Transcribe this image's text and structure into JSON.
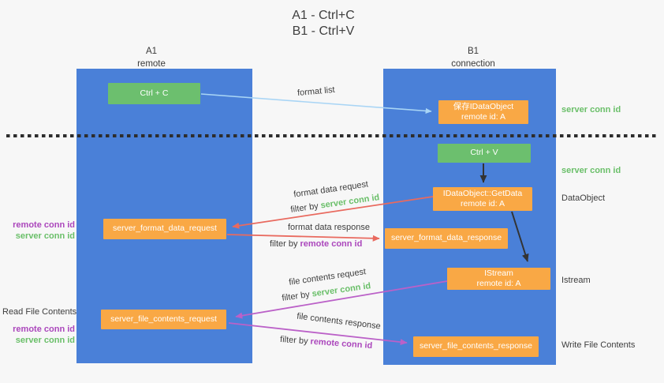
{
  "title": {
    "line1": "A1 - Ctrl+C",
    "line2": "B1 - Ctrl+V"
  },
  "columns": {
    "left": {
      "header_line1": "A1",
      "header_line2": "remote"
    },
    "right": {
      "header_line1": "B1",
      "header_line2": "connection"
    }
  },
  "nodes": {
    "ctrl_c": {
      "label": "Ctrl + C"
    },
    "save_idataobject": {
      "line1": "保存IDataObject",
      "line2": "remote id: A"
    },
    "ctrl_v": {
      "label": "Ctrl + V"
    },
    "getdata": {
      "line1": "IDataObject::GetData",
      "line2": "remote id: A"
    },
    "format_request": {
      "label": "server_format_data_request"
    },
    "format_response": {
      "label": "server_format_data_response"
    },
    "istream": {
      "line1": "IStream",
      "line2": "remote id: A"
    },
    "file_request": {
      "label": "server_file_contents_request"
    },
    "file_response": {
      "label": "server_file_contents_response"
    }
  },
  "flow_labels": {
    "format_list": "format list",
    "format_data_request": "format data request",
    "filter_server_1": {
      "prefix": "filter by",
      "term": "server conn id"
    },
    "format_data_response": "format data response",
    "filter_remote_1": {
      "prefix": "filter by",
      "term": "remote conn id"
    },
    "file_contents_request": "file contents request",
    "filter_server_2": {
      "prefix": "filter by",
      "term": "server conn id"
    },
    "file_contents_response": "file contents response",
    "filter_remote_2": {
      "prefix": "filter by",
      "term": "remote conn id"
    }
  },
  "side_labels": {
    "right": {
      "server_conn_id_top": "server conn id",
      "server_conn_id_mid": "server conn id",
      "dataobject": "DataObject",
      "istream": "Istream",
      "write_file_contents": "Write File Contents"
    },
    "left": {
      "remote_conn_id_top": "remote conn id",
      "server_conn_id_top": "server conn id",
      "read_file_contents": "Read File Contents",
      "remote_conn_id_bottom": "remote conn id",
      "server_conn_id_bottom": "server conn id"
    }
  },
  "colors": {
    "background": "#f7f7f7",
    "column_blue": "#4a80d8",
    "node_green": "#6cbf6e",
    "node_orange": "#f9a845",
    "arrow_lightblue": "#a9d5f5",
    "arrow_red": "#e96a5f",
    "arrow_purple": "#bb61c8",
    "arrow_black": "#333333",
    "text_green": "#6abf69",
    "text_purple": "#ab47bc",
    "dotted_line": "#2d2d2d"
  }
}
